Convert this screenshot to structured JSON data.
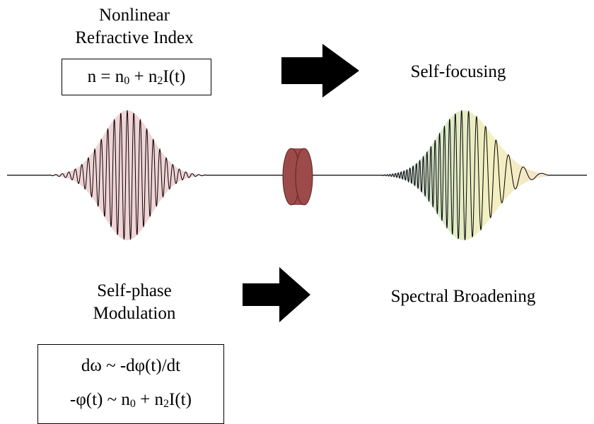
{
  "top_label": {
    "line1": "Nonlinear",
    "line2": "Refractive Index"
  },
  "refractive_index_equation": {
    "lhs": "n = n",
    "sub1": "0",
    "mid": " + n",
    "sub2": "2",
    "rhs": "I(t)"
  },
  "self_focusing_label": "Self-focusing",
  "spm_label": {
    "line1": "Self-phase",
    "line2": "Modulation"
  },
  "spectral_broadening_label": "Spectral Broadening",
  "spm_equations": {
    "line1": "dω ~ -dφ(t)/dt",
    "line2_lhs": "-φ(t) ~ n",
    "line2_sub1": "0",
    "line2_mid": " + n",
    "line2_sub2": "2",
    "line2_rhs": "I(t)"
  },
  "colors": {
    "input_pulse_fill": "#f2d4d6",
    "crystal": "#9c4a4a",
    "crystal_edge": "#5a2525",
    "output_gradient": [
      "#c9d6e8",
      "#d8e8c8",
      "#f4f0c0",
      "#f3e4c8"
    ],
    "arrow": "#000000"
  },
  "icons": {
    "arrow_right": "arrow-right-icon",
    "crystal": "nonlinear-crystal-icon"
  }
}
